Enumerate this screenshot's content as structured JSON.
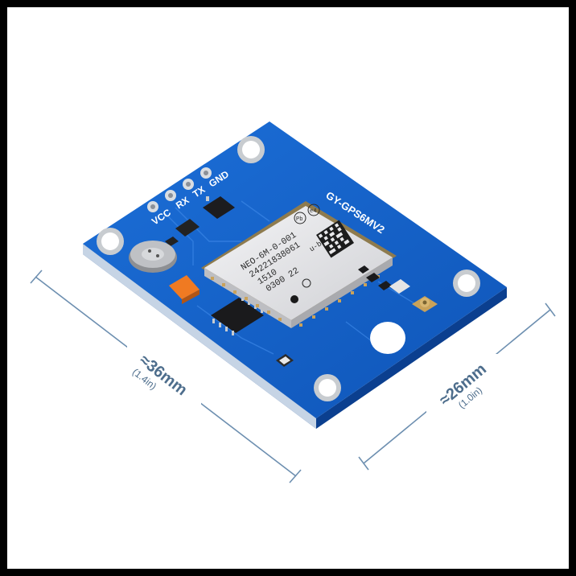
{
  "board": {
    "pin_labels": [
      "VCC",
      "RX",
      "TX",
      "GND"
    ],
    "model_label": "GY-GPS6MV2",
    "colors": {
      "pcb": "#1560c8",
      "pcb_edge": "#0b3f8f",
      "chip_shield": "#e4e4e6",
      "led": "#f07a22"
    }
  },
  "chip": {
    "lines": [
      "NEO-6M-0-001",
      "24221838061",
      "1510",
      "0300 22"
    ],
    "brand": "u-bloxAG",
    "cert": "e4"
  },
  "dimensions": {
    "length": {
      "main": "≈36mm",
      "sub": "(1.4in)"
    },
    "width": {
      "main": "≈26mm",
      "sub": "(1.0in)"
    },
    "line_color": "#6d8fb0"
  }
}
